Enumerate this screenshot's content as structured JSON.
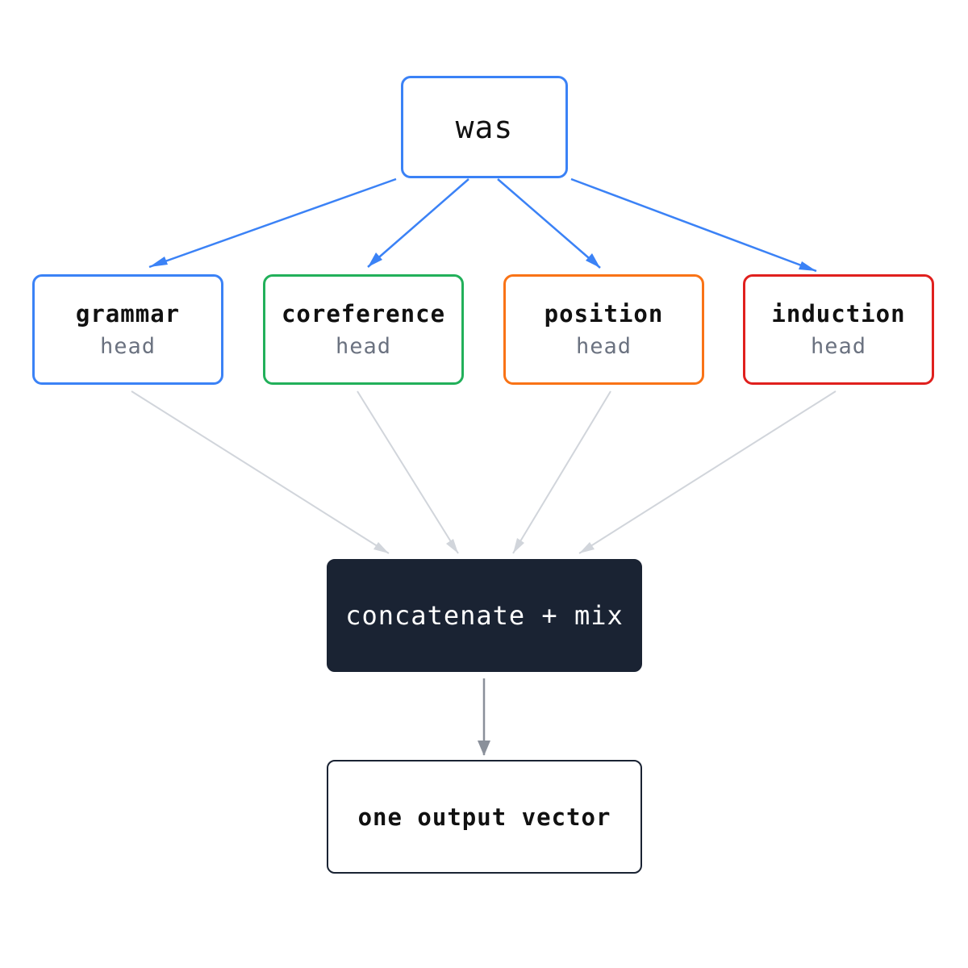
{
  "diagram": {
    "input": {
      "label": "was",
      "color": "#3b82f6"
    },
    "heads": [
      {
        "name": "grammar",
        "sub": "head",
        "color": "#3b82f6"
      },
      {
        "name": "coreference",
        "sub": "head",
        "color": "#22b05a"
      },
      {
        "name": "position",
        "sub": "head",
        "color": "#f97316"
      },
      {
        "name": "induction",
        "sub": "head",
        "color": "#e0201e"
      }
    ],
    "mix": {
      "label": "concatenate + mix",
      "color": "#1a2333"
    },
    "output": {
      "label": "one output vector",
      "color": "#1a2333"
    },
    "edge_colors": {
      "input_to_heads": "#3b82f6",
      "heads_to_mix": "#d1d5db",
      "mix_to_output": "#8a909a"
    }
  }
}
